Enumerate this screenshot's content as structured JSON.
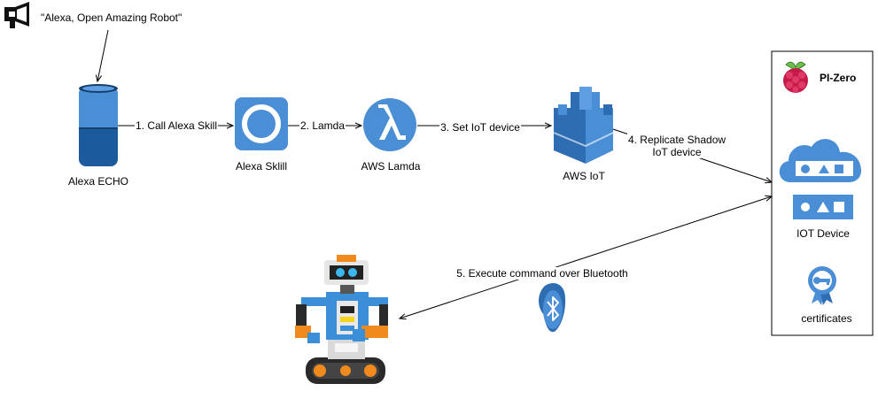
{
  "voice_command": "\"Alexa, Open Amazing Robot\"",
  "nodes": {
    "echo": "Alexa ECHO",
    "skill": "Alexa Sklill",
    "lambda": "AWS Lamda",
    "iot": "AWS IoT",
    "pi_zero": "PI-Zero",
    "iot_device": "IOT Device",
    "certificates": "certificates"
  },
  "edges": {
    "e1": "1. Call Alexa Skill",
    "e2": "2. Lamda",
    "e3": "3. Set IoT device",
    "e4_line1": "4. Replicate Shadow",
    "e4_line2": "IoT device",
    "e5": "5. Execute command over Bluetooth"
  },
  "icons": {
    "megaphone": "megaphone-icon",
    "echo": "echo-speaker-icon",
    "skill": "alexa-skill-icon",
    "lambda": "lambda-icon",
    "iot": "aws-iot-icon",
    "raspberry": "raspberry-pi-icon",
    "cloud": "iot-cloud-icon",
    "device": "iot-device-icon",
    "certificate": "certificate-icon",
    "bluetooth": "bluetooth-icon",
    "robot": "robot-image"
  },
  "colors": {
    "aws_blue": "#4a8ed6",
    "aws_blue_dark": "#2f6db3",
    "raspberry": "#c51a4a",
    "leaf": "#6cc04a",
    "line": "#000000"
  }
}
